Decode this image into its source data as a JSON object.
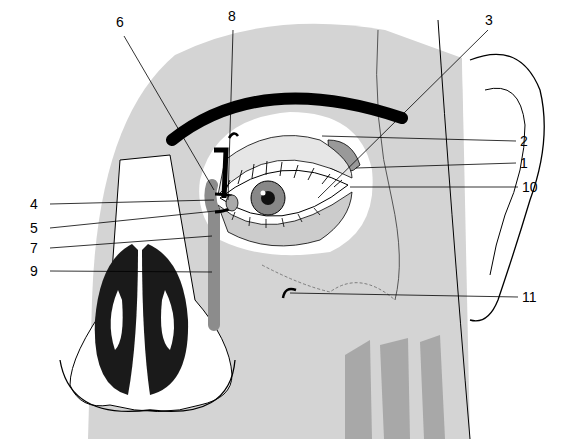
{
  "diagram": {
    "labels": [
      "6",
      "8",
      "3",
      "2",
      "1",
      "4",
      "10",
      "5",
      "7",
      "9",
      "11"
    ]
  }
}
